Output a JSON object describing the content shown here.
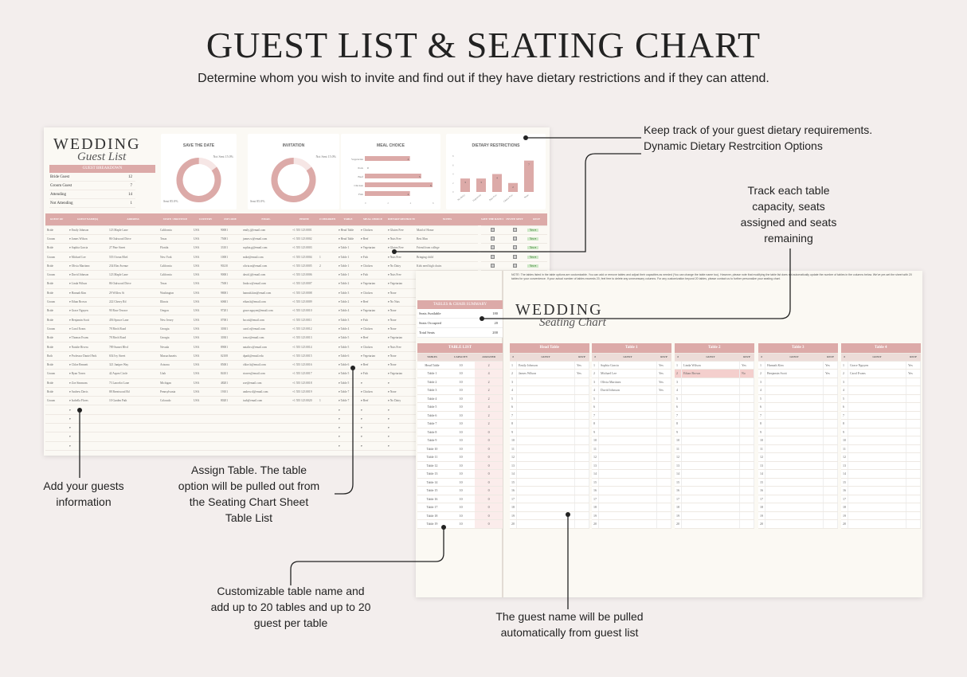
{
  "header": {
    "title": "GUEST LIST & SEATING CHART",
    "subtitle": "Determine whom you wish to invite and find out if they have dietary restrictions and if they can attend."
  },
  "guest_sheet": {
    "logo": {
      "top": "WEDDING",
      "script": "Guest List"
    },
    "breakdown": {
      "title": "GUEST BREAKDOWN",
      "rows": [
        {
          "label": "Bride Guest",
          "value": "12"
        },
        {
          "label": "Groom Guest",
          "value": "7"
        },
        {
          "label": "Attending",
          "value": "14"
        },
        {
          "label": "Not Attending",
          "value": "1"
        }
      ]
    },
    "save_the_date": {
      "title": "SAVE THE DATE",
      "sent_label": "Sent",
      "sent_pct": "85.0%",
      "not_sent_label": "Not Sent",
      "not_sent_pct": "15.0%",
      "sent": 85
    },
    "invitation": {
      "title": "INVITATION",
      "sent_label": "Sent",
      "sent_pct": "85.0%",
      "not_sent_label": "Not Sent",
      "not_sent_pct": "15.0%",
      "sent": 85
    },
    "meal_choice": {
      "title": "MEAL CHOICE",
      "categories": [
        "Vegetarian",
        "Pork",
        "Beef",
        "Chicken",
        "Fish"
      ],
      "values": [
        4,
        0,
        5,
        6,
        4
      ],
      "xlim": [
        0,
        6
      ],
      "color": "#dcaaa8"
    },
    "dietary": {
      "title": "DIETARY RESTRICTIONS",
      "categories": [
        "No Dairy",
        "Vegetarian",
        "Nuts Free",
        "Gluten Free",
        "None"
      ],
      "values": [
        3,
        3,
        4,
        2,
        7
      ],
      "ylim": [
        0,
        8
      ],
      "color": "#dcaaa8"
    },
    "columns": [
      "GUEST OF",
      "GUEST NAME(S)",
      "ADDRESS",
      "STATE / PROVINCE",
      "COUNTRY",
      "ZIP CODE",
      "EMAIL",
      "PHONE",
      "# CHILDREN",
      "TABLE",
      "MEAL CHOICE",
      "DIETARY RESTRICTION",
      "NOTES",
      "SAVE THE DATE SENT",
      "INVITE SENT",
      "RSVP"
    ],
    "guests": [
      [
        "Bride",
        "Emily Johnson",
        "123 Maple Lane",
        "California",
        "USA",
        "90001",
        "emily.j@email.com",
        "+1 555 123 0001",
        "",
        "Head Table",
        "Chicken",
        "Gluten Free",
        "Maid of Honor",
        "y",
        "y",
        "Yes"
      ],
      [
        "Groom",
        "James Wilson",
        "86 Oakwood Drive",
        "Texas",
        "USA",
        "75001",
        "james.w@email.com",
        "+1 555 123 0002",
        "",
        "Head Table",
        "Beef",
        "Nuts Free",
        "Best Man",
        "y",
        "y",
        "Yes"
      ],
      [
        "Bride",
        "Sophia Garcia",
        "27 Pine Street",
        "Florida",
        "USA",
        "33101",
        "sophia.g@email.com",
        "+1 555 123 0003",
        "",
        "Table 1",
        "Vegetarian",
        "Gluten Free",
        "Friend from college",
        "y",
        "y",
        "Yes"
      ],
      [
        "Groom",
        "Michael Lee",
        "555 Ocean Blvd",
        "New York",
        "USA",
        "10001",
        "mike@email.com",
        "+1 555 123 0004",
        "1",
        "Table 1",
        "Fish",
        "Nuts Free",
        "Bringing child",
        "y",
        "y",
        "Yes"
      ],
      [
        "Bride",
        "Olivia Martinez",
        "234 Elm Avenue",
        "California",
        "USA",
        "90210",
        "olivia.m@email.com",
        "+1 555 123 0005",
        "2",
        "Table 1",
        "Chicken",
        "No Dairy",
        "Kids need high chairs",
        "y",
        "y",
        "Yes"
      ],
      [
        "Groom",
        "David Johnson",
        "123 Maple Lane",
        "California",
        "USA",
        "90001",
        "david.j@email.com",
        "+1 555 123 0006",
        "",
        "Table 1",
        "Fish",
        "Nuts Free",
        "",
        "",
        "",
        ""
      ],
      [
        "Bride",
        "Linda Wilson",
        "86 Oakwood Drive",
        "Texas",
        "USA",
        "75001",
        "linda.w@email.com",
        "+1 555 123 0007",
        "",
        "Table 2",
        "Vegetarian",
        "Vegetarian",
        "",
        "",
        "",
        ""
      ],
      [
        "Bride",
        "Hannah Kim",
        "29 Willow St",
        "Washington",
        "USA",
        "98001",
        "hannah.kim@email.com",
        "+1 555 123 0008",
        "",
        "Table 3",
        "Chicken",
        "None",
        "",
        "",
        "",
        ""
      ],
      [
        "Groom",
        "Ethan Brown",
        "222 Cherry Rd",
        "Illinois",
        "USA",
        "60601",
        "ethan.b@email.com",
        "+1 555 123 0009",
        "",
        "Table 2",
        "Beef",
        "No Nuts",
        "",
        "",
        "",
        ""
      ],
      [
        "Bride",
        "Grace Nguyen",
        "90 Rose Terrace",
        "Oregon",
        "USA",
        "97201",
        "grace.nguyen@email.com",
        "+1 555 123 0010",
        "",
        "Table 4",
        "Vegetarian",
        "None",
        "",
        "",
        "",
        ""
      ],
      [
        "Bride",
        "Benjamin Scott",
        "456 Spruce Lane",
        "New Jersey",
        "USA",
        "07001",
        "bscott@email.com",
        "+1 555 123 0011",
        "",
        "Table 3",
        "Fish",
        "None",
        "",
        "",
        "",
        ""
      ],
      [
        "Groom",
        "Carol Evans",
        "78 Birch Road",
        "Georgia",
        "USA",
        "30301",
        "carol.e@email.com",
        "+1 555 123 0012",
        "",
        "Table 4",
        "Chicken",
        "None",
        "",
        "",
        "",
        ""
      ],
      [
        "Bride",
        "Thomas Evans",
        "78 Birch Road",
        "Georgia",
        "USA",
        "30301",
        "tom.e@email.com",
        "+1 555 123 0013",
        "",
        "Table 5",
        "Beef",
        "Vegetarian",
        "",
        "",
        "",
        ""
      ],
      [
        "Bride",
        "Natalie Rivera",
        "789 Sunset Blvd",
        "Nevada",
        "USA",
        "89001",
        "natalie.r@email.com",
        "+1 555 123 0014",
        "",
        "Table 5",
        "Chicken",
        "Nuts Free",
        "",
        "",
        "",
        ""
      ],
      [
        "Both",
        "Professor Daniel Park",
        "654 Ivy Street",
        "Massachusetts",
        "USA",
        "02108",
        "dpark@email.edu",
        "+1 555 123 0015",
        "",
        "Table 6",
        "Vegetarian",
        "None",
        "",
        "",
        "",
        ""
      ],
      [
        "Bride",
        "Chloe Bennett",
        "321 Juniper Way",
        "Arizona",
        "USA",
        "85001",
        "chloe.b@email.com",
        "+1 555 123 0016",
        "",
        "Table 6",
        "Beef",
        "None",
        "",
        "",
        "",
        ""
      ],
      [
        "Groom",
        "Ryan Torres",
        "42 Aspen Circle",
        "Utah",
        "USA",
        "84101",
        "rtorres@email.com",
        "+1 555 123 0017",
        "",
        "Table 5",
        "Fish",
        "Vegetarian",
        "",
        "",
        "",
        ""
      ],
      [
        "Bride",
        "Zoe Simmons",
        "73 Lancelot Lane",
        "Michigan",
        "USA",
        "48201",
        "zoe@email.com",
        "+1 555 123 0018",
        "",
        "Table 5",
        "",
        "",
        "",
        "",
        "",
        ""
      ],
      [
        "Bride",
        "Andrew Davis",
        "88 Brentwood Rd",
        "Pennsylvania",
        "USA",
        "19101",
        "andrew.d@email.com",
        "+1 555 123 0019",
        "",
        "Table 7",
        "Chicken",
        "None",
        "",
        "",
        "",
        ""
      ],
      [
        "Groom",
        "Isabella Flores",
        "10 Garden Path",
        "Colorado",
        "USA",
        "80201",
        "isab@email.com",
        "+1 555 123 0020",
        "1",
        "Table 7",
        "Beef",
        "No Dairy",
        "",
        "",
        "",
        ""
      ]
    ]
  },
  "seating_sheet": {
    "note": "NOTE: The tables listed in the table options are customizable. You can add or remove tables and adjust their capacities as needed (You can change the table name too). However, please note that modifying the table list does not automatically update the number of tables in the columns below. We've pre-set the sheet with 20 tables for your convenience. If your actual number of tables exceeds 20, feel free to delete any unnecessary columns. For any customization beyond 20 tables, please contact us to further personalize your seating chart.",
    "logo": {
      "top": "WEDDING",
      "script": "Seating Chart"
    },
    "summary": {
      "title": "TABLES & CHAIR SUMMARY",
      "rows": [
        {
          "label": "Seats Available",
          "value": "180"
        },
        {
          "label": "Seats Occupied",
          "value": "20"
        },
        {
          "label": "Total Seats",
          "value": "200"
        }
      ]
    },
    "table_list": {
      "title": "TABLE LIST",
      "columns": [
        "TABLES",
        "CAPACITY",
        "ASSIGNED"
      ],
      "rows": [
        [
          "Head Table",
          "10",
          "2"
        ],
        [
          "Table 1",
          "10",
          "4"
        ],
        [
          "Table 2",
          "10",
          "2"
        ],
        [
          "Table 3",
          "10",
          "2"
        ],
        [
          "Table 4",
          "10",
          "2"
        ],
        [
          "Table 5",
          "10",
          "4"
        ],
        [
          "Table 6",
          "10",
          "2"
        ],
        [
          "Table 7",
          "10",
          "2"
        ],
        [
          "Table 8",
          "10",
          "0"
        ],
        [
          "Table 9",
          "10",
          "0"
        ],
        [
          "Table 10",
          "10",
          "0"
        ],
        [
          "Table 11",
          "10",
          "0"
        ],
        [
          "Table 12",
          "10",
          "0"
        ],
        [
          "Table 13",
          "10",
          "0"
        ],
        [
          "Table 14",
          "10",
          "0"
        ],
        [
          "Table 15",
          "10",
          "0"
        ],
        [
          "Table 16",
          "10",
          "0"
        ],
        [
          "Table 17",
          "10",
          "0"
        ],
        [
          "Table 18",
          "10",
          "0"
        ],
        [
          "Table 19",
          "10",
          "0"
        ]
      ]
    },
    "card_columns": [
      "#",
      "GUEST",
      "RSVP"
    ],
    "tables": [
      {
        "name": "Head Table",
        "guests": [
          [
            "Emily Johnson",
            "Yes"
          ],
          [
            "James Wilson",
            "Yes"
          ]
        ]
      },
      {
        "name": "Table 1",
        "guests": [
          [
            "Sophia Garcia",
            "Yes"
          ],
          [
            "Michael Lee",
            "Yes"
          ],
          [
            "Olivia Martinez",
            "Yes"
          ],
          [
            "David Johnson",
            "Yes"
          ]
        ]
      },
      {
        "name": "Table 2",
        "guests": [
          [
            "Linda Wilson",
            "Yes"
          ],
          [
            "Ethan Brown",
            "No"
          ]
        ]
      },
      {
        "name": "Table 3",
        "guests": [
          [
            "Hannah Kim",
            "Yes"
          ],
          [
            "Benjamin Scott",
            "Yes"
          ]
        ]
      },
      {
        "name": "Table 4",
        "guests": [
          [
            "Grace Nguyen",
            "Yes"
          ],
          [
            "Carol Evans",
            "Yes"
          ]
        ]
      }
    ]
  },
  "annotations": {
    "dietary": "Keep track of your guest dietary requirements.\nDynamic Dietary Restrcition Options",
    "capacity": "Track each table\ncapacity, seats\nassigned and seats\nremaining",
    "guest_info": "Add your guests\ninformation",
    "assign_table": "Assign Table. The table\noption will be pulled out from\nthe Seating Chart Sheet\nTable List",
    "custom_tables": "Customizable table name and\nadd up to   20 tables and up to 20\nguest per table",
    "guest_pulled": "The guest name will be pulled\nautomatically from guest list"
  },
  "colors": {
    "accent": "#dcaaa8",
    "background": "#f3eeed",
    "sheet": "#fbf9f4"
  }
}
